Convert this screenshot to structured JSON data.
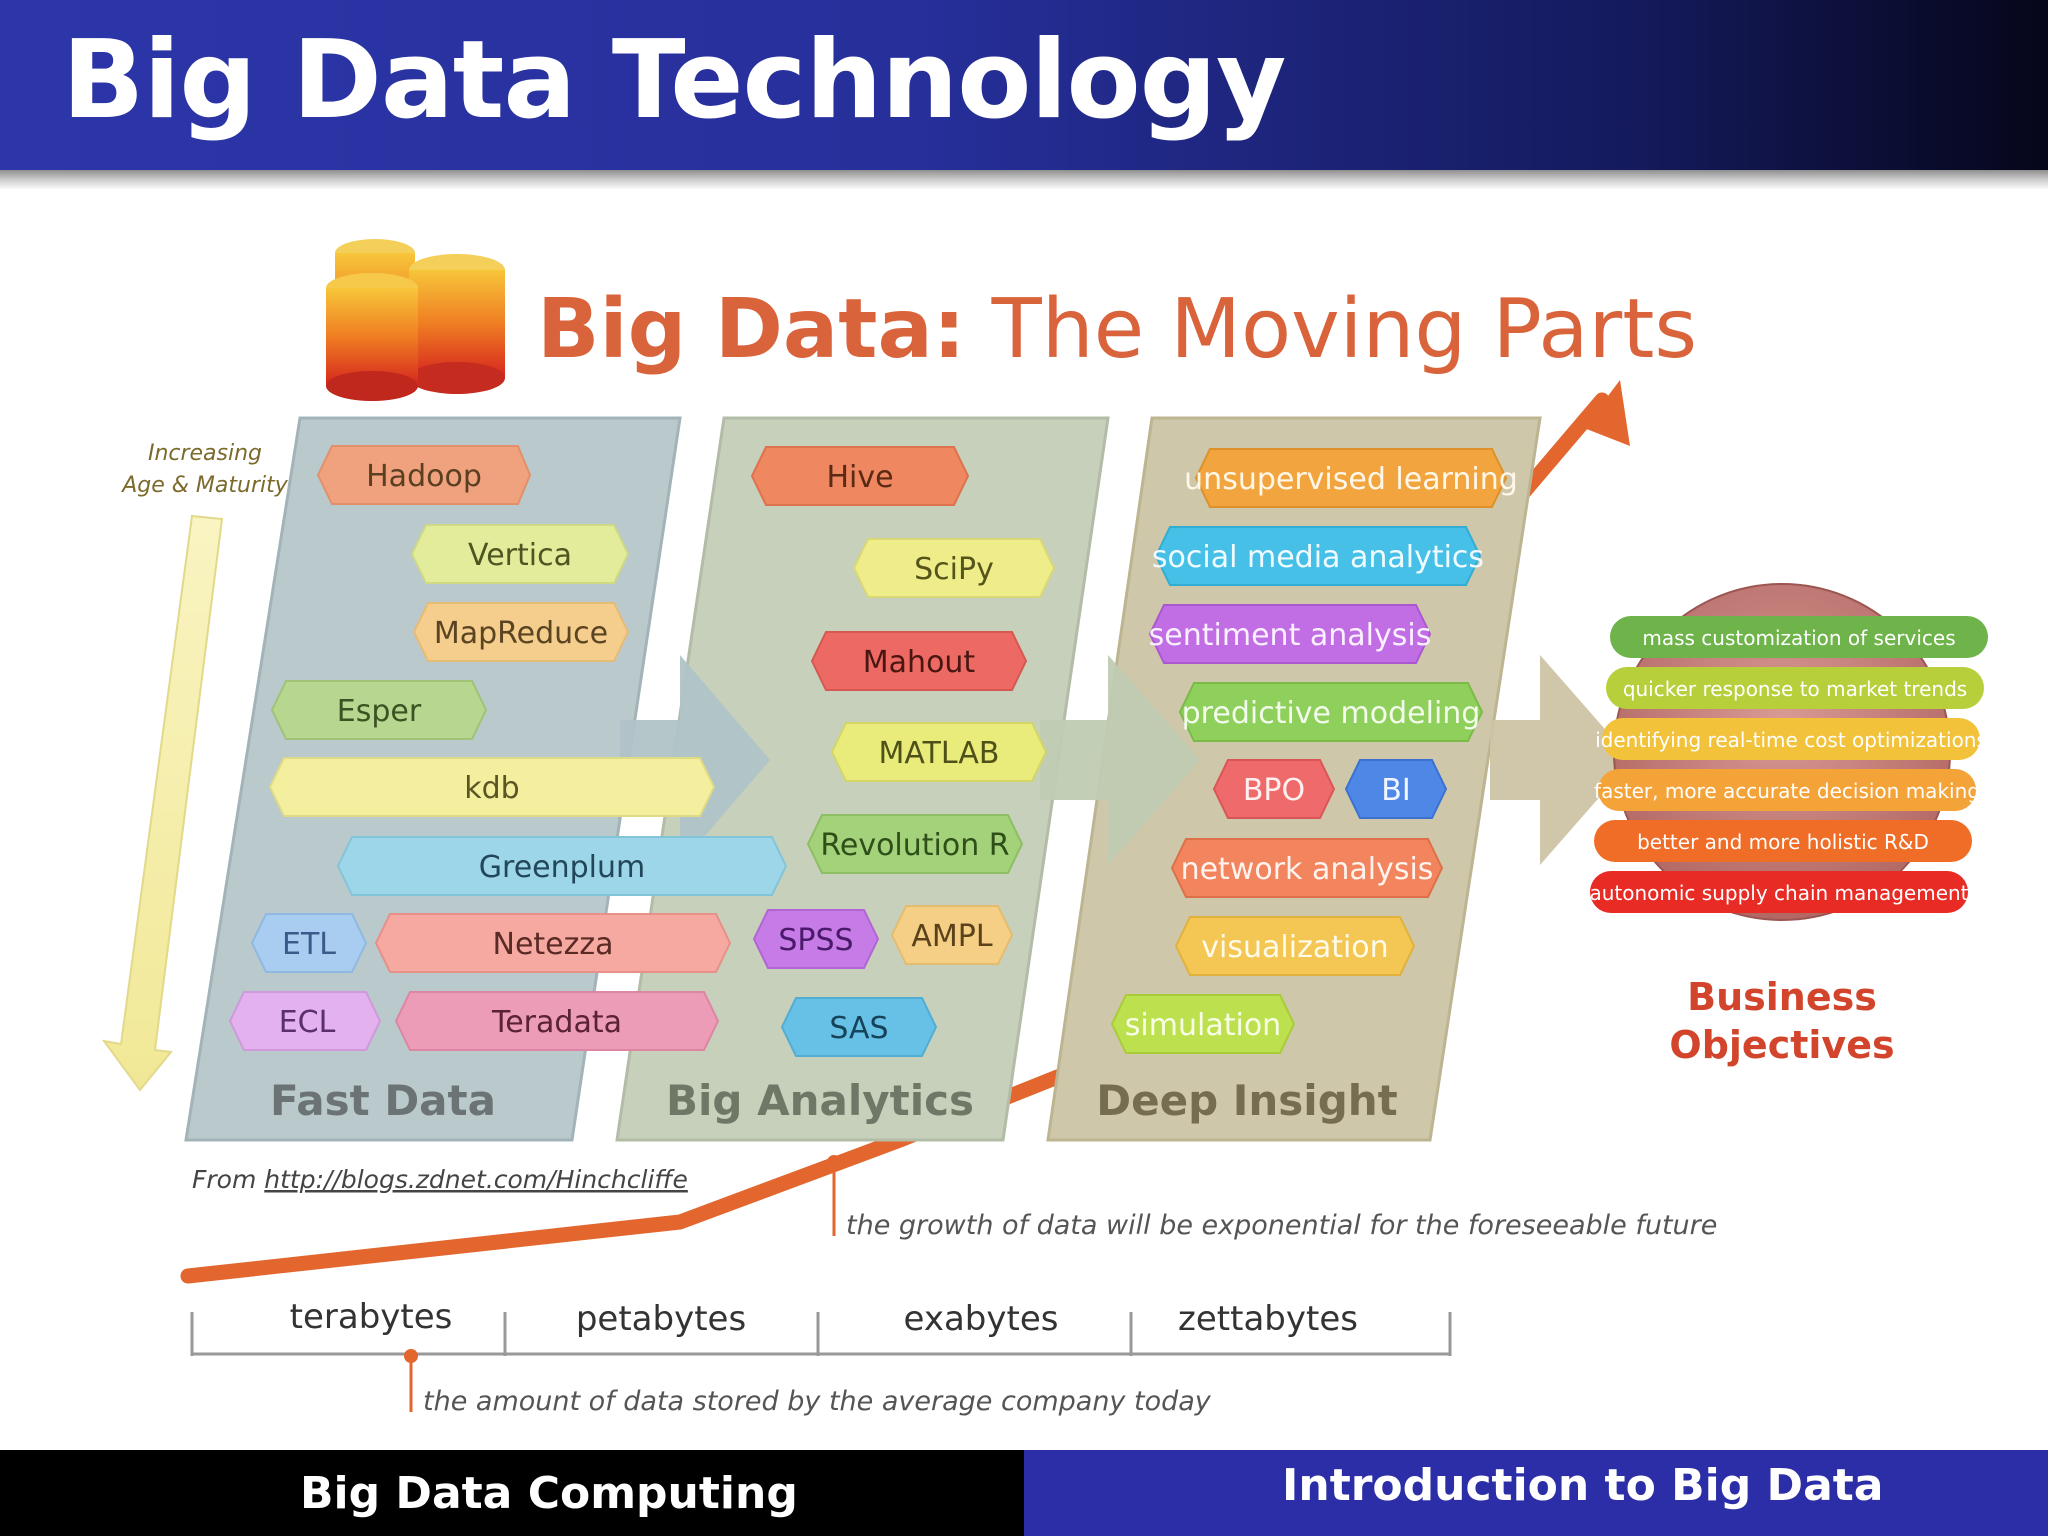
{
  "slide": {
    "title": "Big Data Technology"
  },
  "footer": {
    "left": "Big Data Computing",
    "right": "Introduction to Big Data"
  },
  "diagram": {
    "title_bold": "Big Data:",
    "title_rest": " The Moving Parts",
    "maturity_label_line1": "Increasing",
    "maturity_label_line2": "Age & Maturity",
    "columns": [
      {
        "label": "Fast Data"
      },
      {
        "label": "Big Analytics"
      },
      {
        "label": "Deep Insight"
      }
    ],
    "fast_data": {
      "hadoop": "Hadoop",
      "vertica": "Vertica",
      "mapreduce": "MapReduce",
      "esper": "Esper",
      "kdb": "kdb",
      "greenplum": "Greenplum",
      "etl": "ETL",
      "netezza": "Netezza",
      "ecl": "ECL",
      "teradata": "Teradata"
    },
    "big_analytics": {
      "hive": "Hive",
      "scipy": "SciPy",
      "mahout": "Mahout",
      "matlab": "MATLAB",
      "revolution_r": "Revolution R",
      "spss": "SPSS",
      "ampl": "AMPL",
      "sas": "SAS"
    },
    "deep_insight": {
      "unsupervised_learning": "unsupervised learning",
      "social_media_analytics": "social media analytics",
      "sentiment_analysis": "sentiment analysis",
      "predictive_modeling": "predictive modeling",
      "bpo": "BPO",
      "bi": "BI",
      "network_analysis": "network analysis",
      "visualization": "visualization",
      "simulation": "simulation"
    },
    "business_objectives": {
      "title_line1": "Business",
      "title_line2": "Objectives",
      "items": [
        "mass customization of services",
        "quicker response to market trends",
        "identifying real-time cost optimizations",
        "faster, more accurate decision making",
        "better and more holistic R&D",
        "autonomic supply chain management"
      ]
    },
    "source": {
      "prefix": "From ",
      "link": "http://blogs.zdnet.com/Hinchcliffe"
    },
    "growth_note": "the growth of data will be exponential for the foreseeable future",
    "average_note": "the amount of data stored by the average company today",
    "scale": [
      "terabytes",
      "petabytes",
      "exabytes",
      "zettabytes"
    ]
  },
  "colors": {
    "header_blue": "#2d36a9",
    "footer_blue": "#2b2ea6",
    "title_orange": "#d9633a",
    "growth_line": "#e2662e",
    "business_objectives": "#d2452c"
  }
}
